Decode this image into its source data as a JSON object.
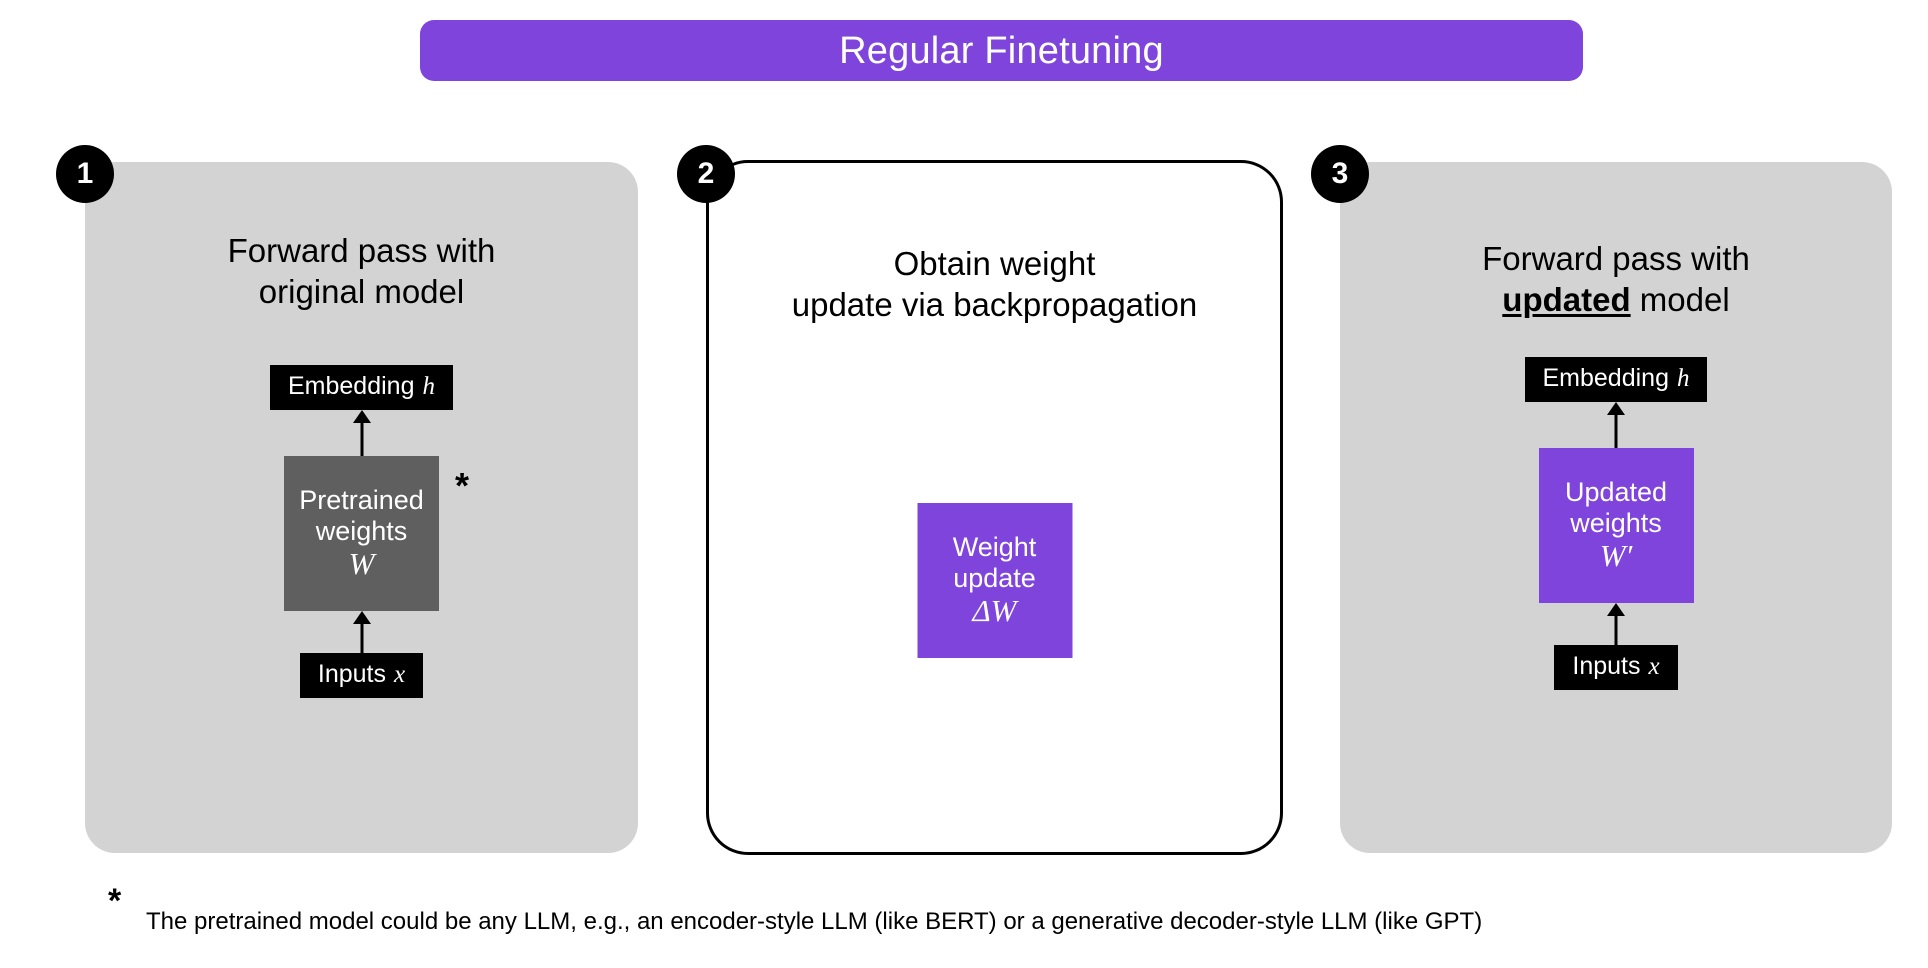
{
  "colors": {
    "accent_purple": "#7E44DB",
    "panel_gray": "#D3D3D3",
    "weights_gray": "#5F5F5F",
    "box_black": "#000000",
    "text_white": "#FFFFFF",
    "page_background": "#FFFFFF"
  },
  "title": {
    "text": "Regular Finetuning"
  },
  "panels": [
    {
      "badge": "1",
      "style": "gray-filled",
      "heading_line1": "Forward pass with",
      "heading_line2": "original model",
      "heading_emphasis": "",
      "nodes": {
        "embedding_label": "Embedding",
        "embedding_symbol": "h",
        "weights_line1": "Pretrained",
        "weights_line2": "weights",
        "weights_symbol": "W",
        "weights_fill": "gray",
        "weights_footnote_marker": "*",
        "inputs_label": "Inputs",
        "inputs_symbol": "x"
      }
    },
    {
      "badge": "2",
      "style": "outlined",
      "heading_line1": "Obtain weight",
      "heading_line2": "update via backpropagation",
      "heading_emphasis": "",
      "nodes": {
        "update_line1": "Weight",
        "update_line2": "update",
        "update_symbol": "ΔW",
        "update_fill": "purple"
      }
    },
    {
      "badge": "3",
      "style": "gray-filled",
      "heading_line1": "Forward pass with",
      "heading_line2_prefix": "",
      "heading_emphasis": "updated",
      "heading_line2_suffix": " model",
      "nodes": {
        "embedding_label": "Embedding",
        "embedding_symbol": "h",
        "weights_line1": "Updated",
        "weights_line2": "weights",
        "weights_symbol": "W′",
        "weights_fill": "purple",
        "inputs_label": "Inputs",
        "inputs_symbol": "x"
      }
    }
  ],
  "footnote": {
    "marker": "*",
    "text": "The pretrained model could be any LLM, e.g., an encoder-style LLM (like BERT) or a generative decoder-style LLM (like GPT)"
  }
}
